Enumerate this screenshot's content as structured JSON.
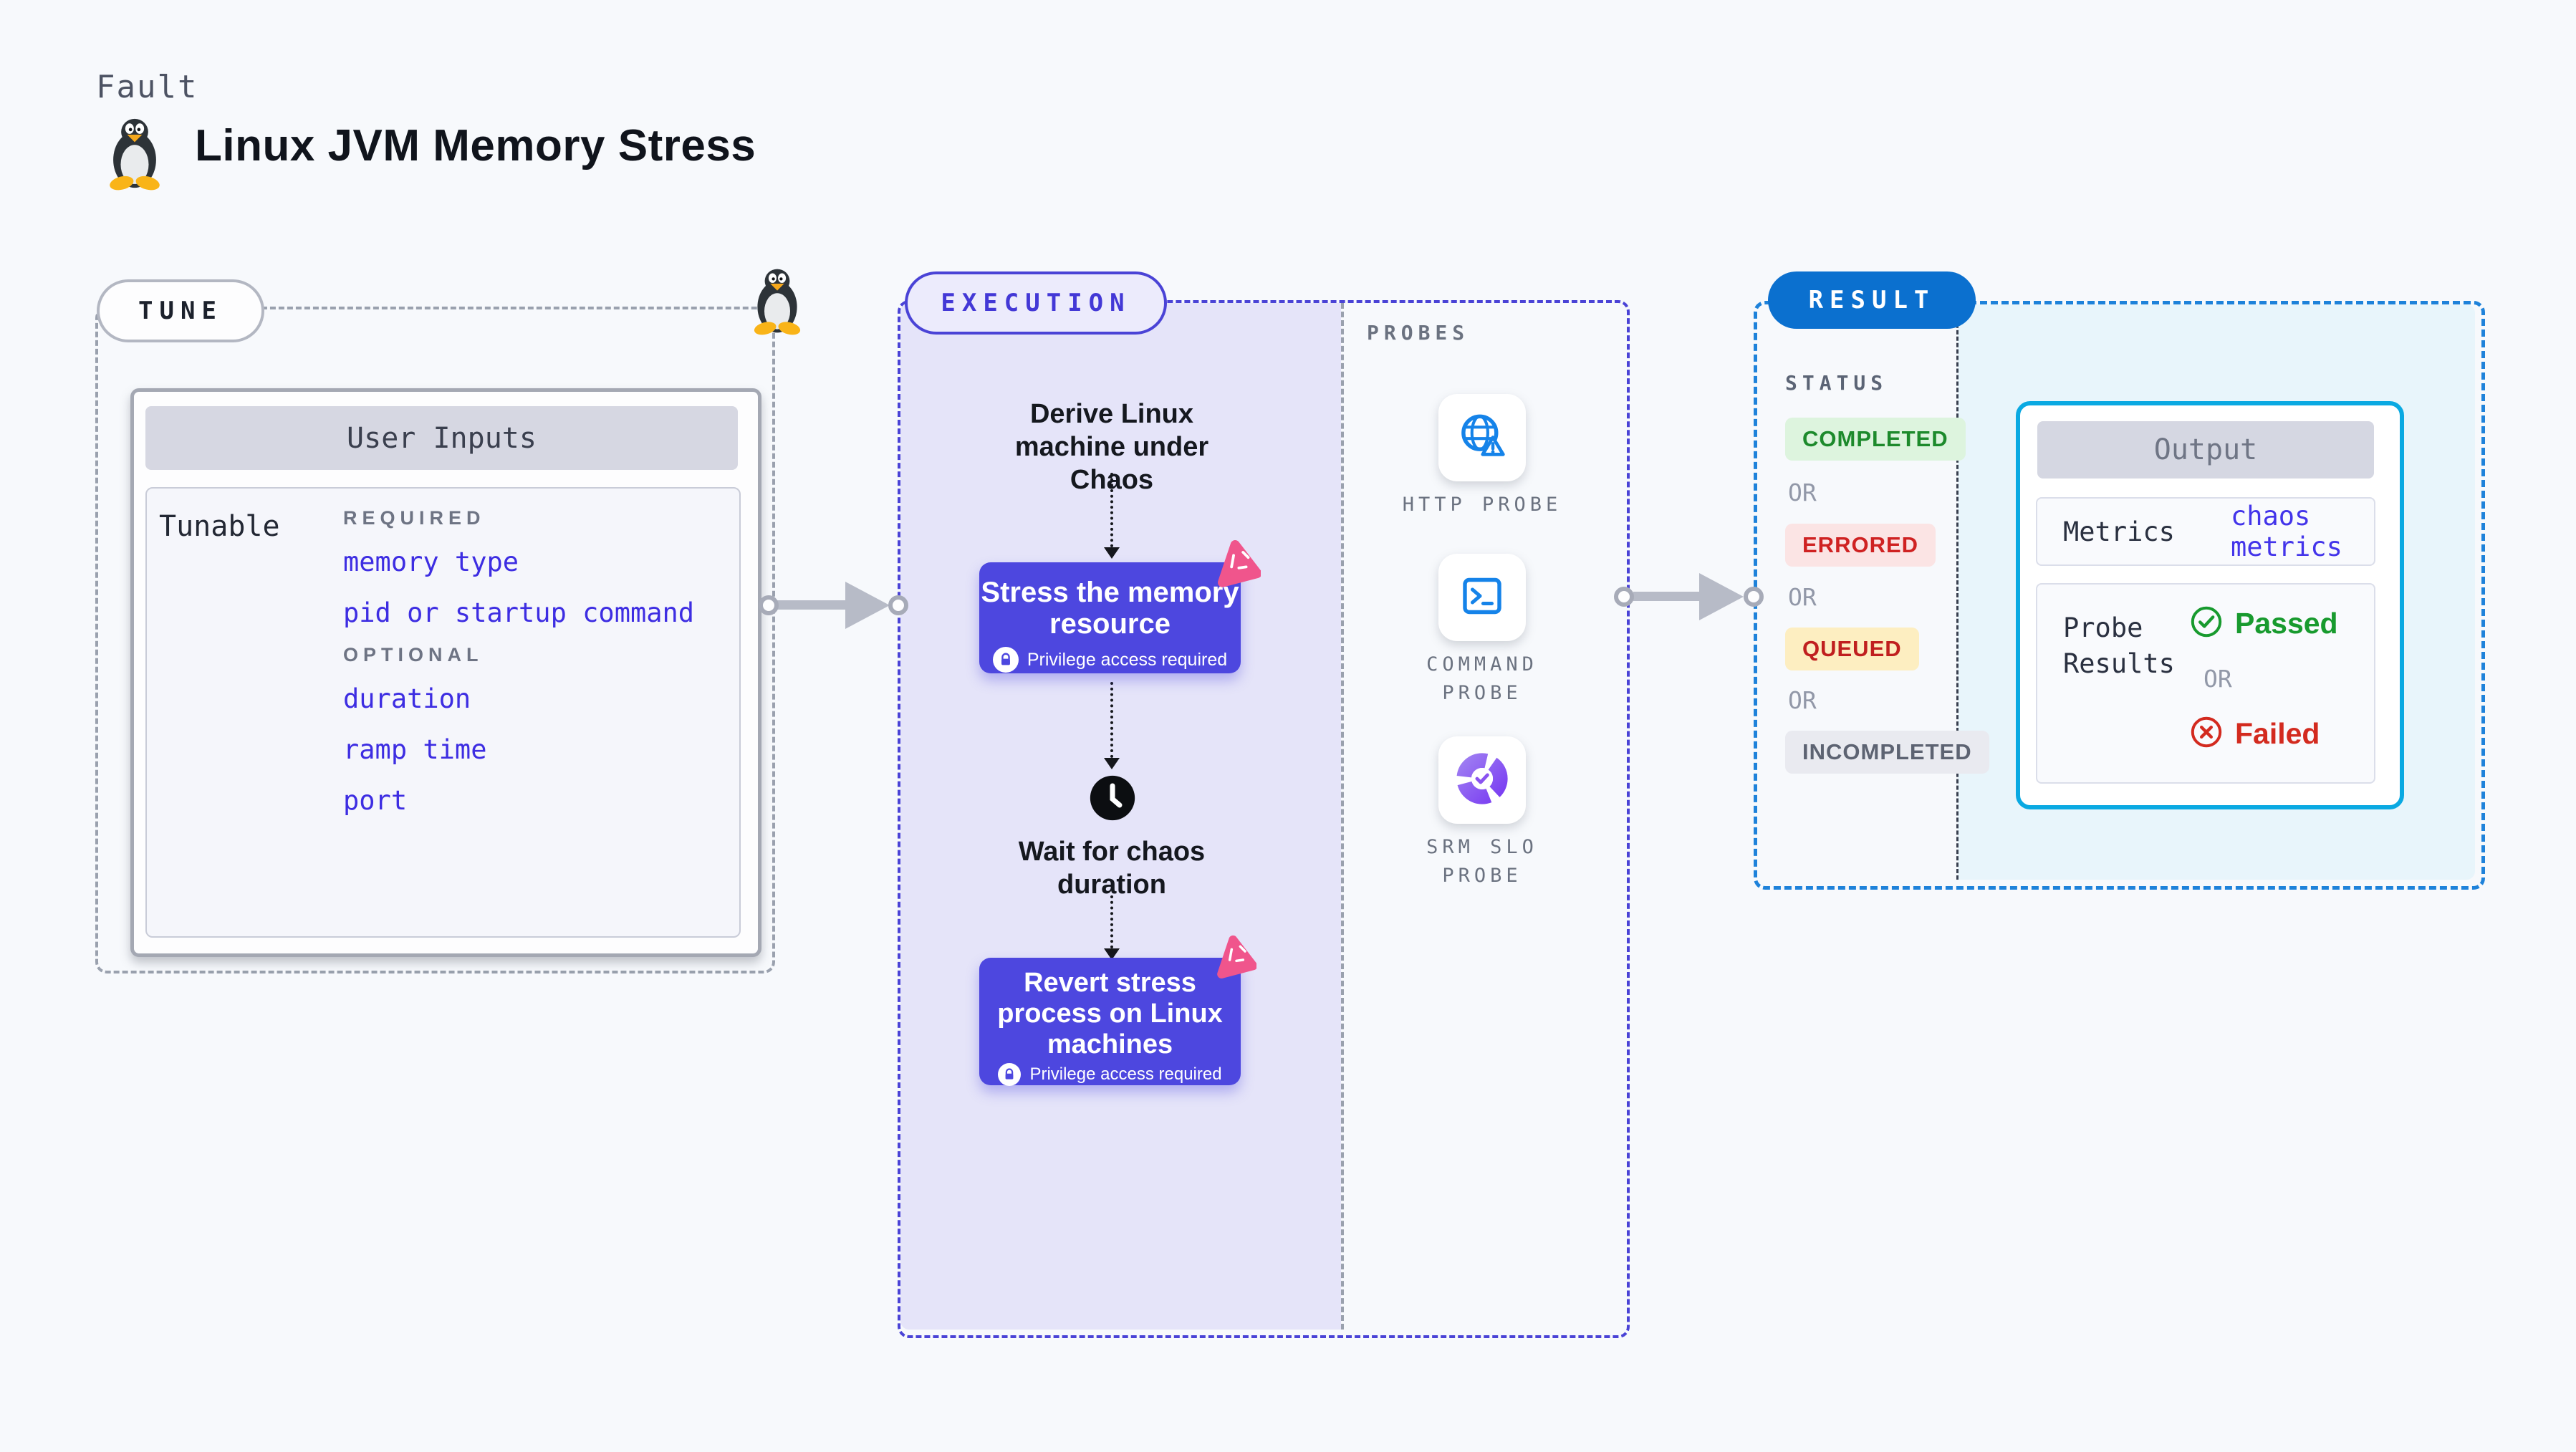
{
  "header": {
    "kicker": "Fault",
    "title": "Linux JVM Memory Stress",
    "title_icon": "tux-penguin-icon"
  },
  "tune": {
    "label": "TUNE",
    "corner_icon": "tux-penguin-icon",
    "user_inputs": {
      "header": "User Inputs",
      "row_label": "Tunable",
      "required_label": "REQUIRED",
      "required_items": [
        "memory type",
        "pid or startup command"
      ],
      "optional_label": "OPTIONAL",
      "optional_items": [
        "duration",
        "ramp time",
        "port"
      ]
    }
  },
  "execution": {
    "label": "EXECUTION",
    "derive_step": "Derive Linux machine under Chaos",
    "stress_step": {
      "title": "Stress the memory resource",
      "privilege": "Privilege access required",
      "badge_icon": "chaos-experiment-icon",
      "lock_icon": "lock-icon"
    },
    "wait_step": {
      "title": "Wait for chaos duration",
      "icon": "clock-icon"
    },
    "revert_step": {
      "title": "Revert stress process on Linux machines",
      "privilege": "Privilege access required",
      "badge_icon": "chaos-experiment-icon",
      "lock_icon": "lock-icon"
    }
  },
  "probes": {
    "label": "PROBES",
    "items": [
      {
        "label": "HTTP PROBE",
        "icon": "globe-alert-icon"
      },
      {
        "label": "COMMAND PROBE",
        "icon": "terminal-icon"
      },
      {
        "label": "SRM SLO PROBE",
        "icon": "slo-donut-check-icon"
      }
    ]
  },
  "result": {
    "label": "RESULT",
    "status_label": "STATUS",
    "or_label": "OR",
    "statuses": [
      {
        "label": "COMPLETED",
        "fg": "#1d8a2c",
        "bg": "#ddf4de"
      },
      {
        "label": "ERRORED",
        "fg": "#cf2222",
        "bg": "#fbe4e4"
      },
      {
        "label": "QUEUED",
        "fg": "#c01f1f",
        "bg": "#fdeec1"
      },
      {
        "label": "INCOMPLETED",
        "fg": "#5d6372",
        "bg": "#e9eaf0"
      }
    ],
    "output": {
      "header": "Output",
      "metrics_label": "Metrics",
      "metrics_value": "chaos metrics",
      "probe_results_label": "Probe Results",
      "passed": "Passed",
      "or": "OR",
      "failed": "Failed",
      "passed_icon": "check-circle-icon",
      "failed_icon": "x-circle-icon"
    }
  },
  "colors": {
    "page_bg": "#f7f9fc",
    "tune_dash": "#9aa1ae",
    "execution_dash": "#4a43d6",
    "execution_fill": "#e5e4f9",
    "step_box": "#4d47df",
    "chaos_badge_pink": "#f0558c",
    "result_dash": "#1e82da",
    "result_fill": "#e8f5fb",
    "result_pill": "#0b70cf",
    "output_border": "#0aa9e2",
    "field_link_blue": "#3d2de2",
    "passed_green": "#189a2e",
    "failed_red": "#d32a1f"
  }
}
